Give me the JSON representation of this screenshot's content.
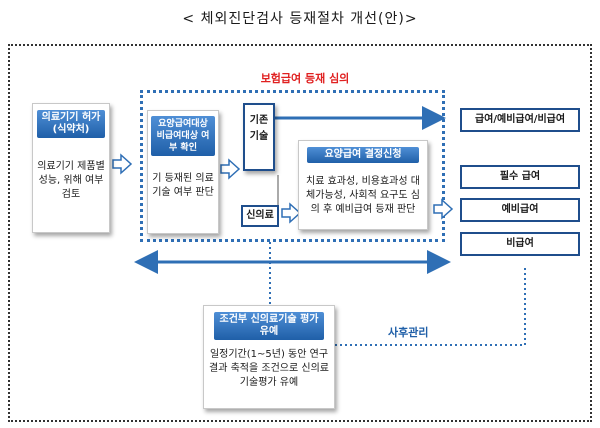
{
  "title": "< 체외진단검사 등재절차 개선(안)>",
  "board_label": "보험급여 등재 심의",
  "device": {
    "header": "의료기기 허가 (식약처)",
    "body": "의료기기 제품별 성능, 위해 여부 검토"
  },
  "eligibility": {
    "header": "요양급여대상 비급여대상 여부 확인",
    "body": "기 등재된 의료기술 여부 판단"
  },
  "existing_tech": "기존 기술",
  "new_tech": "신의료",
  "decision": {
    "header": "요양급여 결정신청",
    "body": "치료 효과성, 비용효과성 대체가능성, 사회적 요구도 심의 후 예비급여 등재 판단"
  },
  "outcomes": [
    "급여/예비급여/비급여",
    "필수 급여",
    "예비급여",
    "비급여"
  ],
  "conditional": {
    "header": "조건부 신의료기술 평가유예",
    "body": "일정기간(1~5년) 동안 연구결과 축적을 조건으로 신의료기술평가 유예"
  },
  "post_management": "사후관리",
  "colors": {
    "accent": "#2f6fb5",
    "header_blue": "#1f5fa8",
    "label_red": "#e02020"
  }
}
